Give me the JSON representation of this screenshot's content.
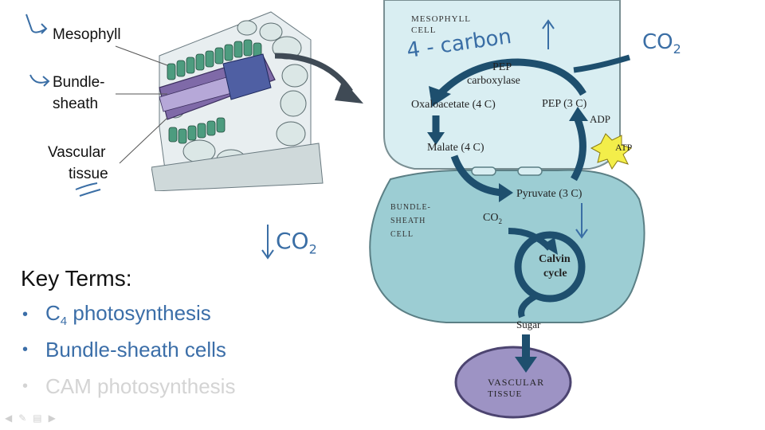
{
  "leaf_labels": {
    "mesophyll": "Mesophyll",
    "bundle_sheath_1": "Bundle-",
    "bundle_sheath_2": "sheath",
    "vascular_1": "Vascular",
    "vascular_2": "tissue"
  },
  "key_terms": {
    "title": "Key Terms:",
    "items": [
      {
        "main": "C",
        "sub": "4",
        "rest": " photosynthesis",
        "color": "#3b6ea8"
      },
      {
        "main": "Bundle-sheath cells",
        "color": "#3b6ea8"
      },
      {
        "main": "CAM photosynthesis",
        "color": "#d4d4d4"
      }
    ]
  },
  "diagram": {
    "mesophyll_cell_1": "MESOPHYLL",
    "mesophyll_cell_2": "CELL",
    "pep_carboxylase_1": "PEP",
    "pep_carboxylase_2": "carboxylase",
    "oxaloacetate": "Oxaloacetate (4 C)",
    "pep": "PEP (3 C)",
    "adp": "ADP",
    "atp": "ATP",
    "malate": "Malate (4 C)",
    "bundle_sheath_cell_1": "BUNDLE-",
    "bundle_sheath_cell_2": "SHEATH",
    "bundle_sheath_cell_3": "CELL",
    "pyruvate": "Pyruvate (3 C)",
    "co2": "CO",
    "co2_sub": "2",
    "calvin_1": "Calvin",
    "calvin_2": "cycle",
    "sugar": "Sugar",
    "vascular_1": "VASCULAR",
    "vascular_2": "TISSUE"
  },
  "annotations": {
    "four_carbon": "4 - carbon",
    "co2_top": "CO",
    "co2_top_sub": "2",
    "co2_down": "CO",
    "co2_down_sub": "2"
  },
  "colors": {
    "mesophyll_fill": "#d9eef2",
    "bundle_fill": "#9ccdd3",
    "vascular_fill": "#9d93c4",
    "arrow": "#1e4f6e",
    "annotation": "#3a6ea5"
  }
}
